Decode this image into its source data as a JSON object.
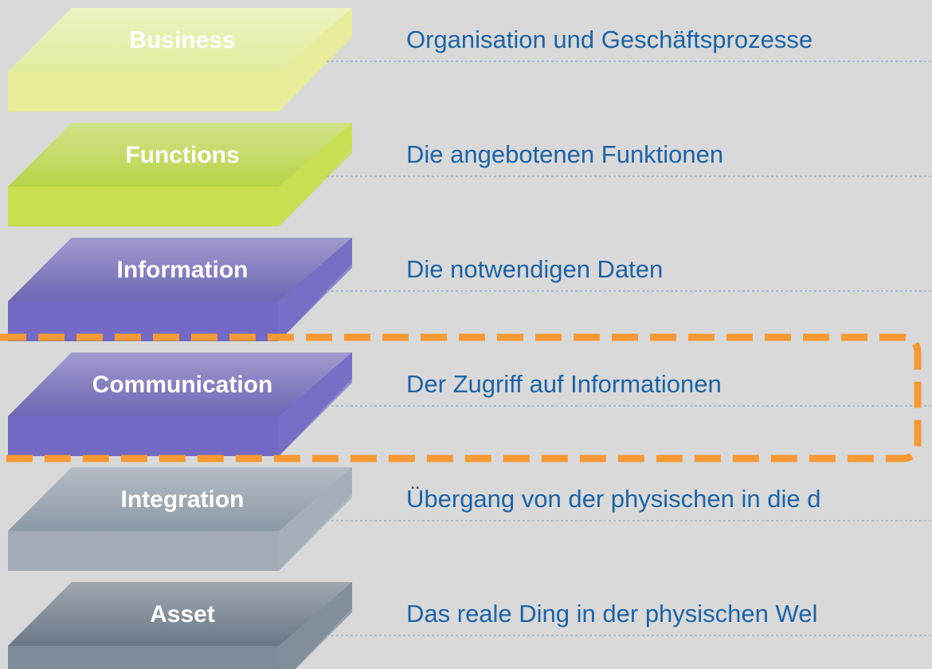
{
  "layers": [
    {
      "label": "Business",
      "description": "Organisation und Geschäftsprozesse",
      "top_color": "#e3eca0",
      "front_color": "#e8ee98",
      "label_color": "#ffffff"
    },
    {
      "label": "Functions",
      "description": "Die angebotenen Funktionen",
      "top_color": "#b8d44a",
      "front_color": "#c8de4c",
      "label_color": "#ffffff"
    },
    {
      "label": "Information",
      "description": "Die notwendigen Daten",
      "top_color": "#6d66b4",
      "front_color": "#726ac4",
      "label_color": "#ffffff"
    },
    {
      "label": "Communication",
      "description": "Der Zugriff auf Informationen",
      "top_color": "#6d66b4",
      "front_color": "#726ac4",
      "label_color": "#ffffff"
    },
    {
      "label": "Integration",
      "description": "Übergang von der physischen in die d",
      "top_color": "#8c99a6",
      "front_color": "#a2adb8",
      "label_color": "#ffffff"
    },
    {
      "label": "Asset",
      "description": "Das reale Ding in der physischen Wel",
      "top_color": "#6b7886",
      "front_color": "#7e8b98",
      "label_color": "#ffffff"
    }
  ],
  "highlight": {
    "target": "Communication",
    "color": "#f69a35"
  }
}
